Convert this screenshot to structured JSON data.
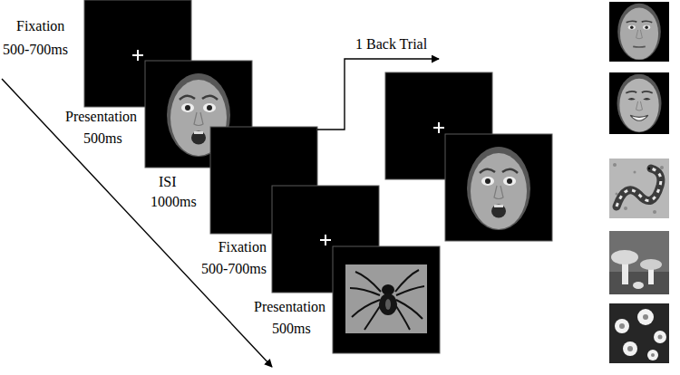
{
  "diagram": {
    "labels": [
      "Fixation",
      "500-700ms",
      "Presentation",
      "500ms",
      "ISI",
      "1000ms",
      "Fixation",
      "500-700ms",
      "Presentation",
      "500ms",
      "1 Back Trial"
    ]
  }
}
